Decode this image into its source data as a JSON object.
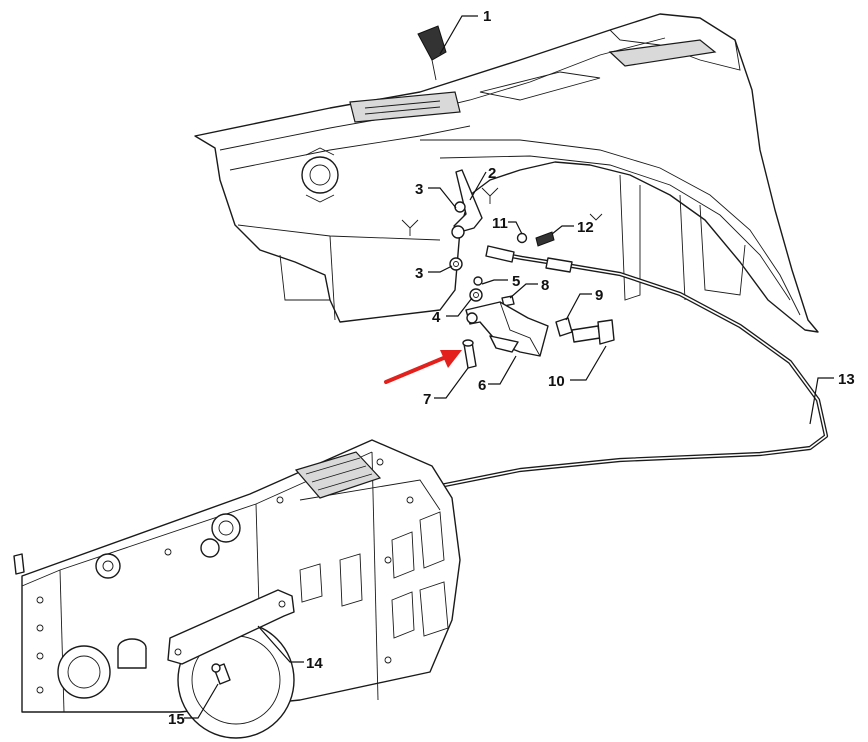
{
  "callouts": [
    "1",
    "2",
    "3",
    "3",
    "4",
    "5",
    "6",
    "7",
    "8",
    "9",
    "10",
    "11",
    "12",
    "13",
    "14",
    "15"
  ],
  "colors": {
    "arrow": "#e3201b",
    "line": "#1a1a1a",
    "background": "#ffffff"
  },
  "icons": [
    "red-pointer-arrow-icon"
  ]
}
